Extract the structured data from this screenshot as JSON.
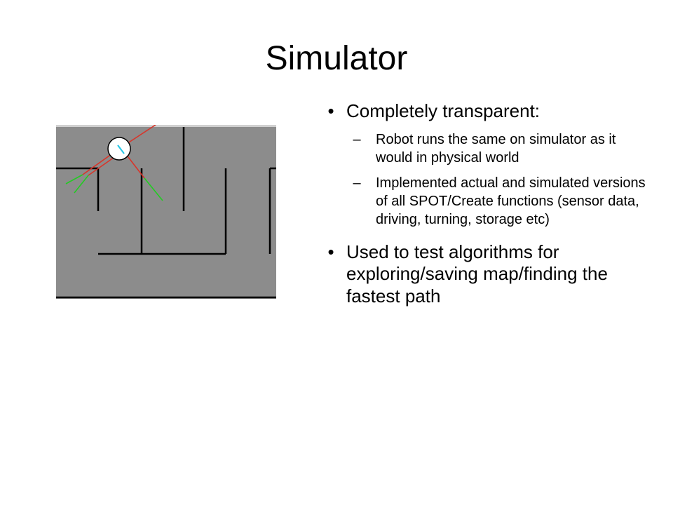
{
  "slide": {
    "title": "Simulator",
    "bullets": [
      {
        "marker": "•",
        "text": "Completely transparent:",
        "subitems": [
          {
            "marker": "–",
            "text": "Robot runs the same on simulator as it would in physical world"
          },
          {
            "marker": "–",
            "text": "Implemented actual and simulated versions of all SPOT/Create functions (sensor data, driving, turning, storage etc)"
          }
        ]
      },
      {
        "marker": "•",
        "text": "Used to test algorithms for exploring/saving map/finding the fastest path"
      }
    ]
  },
  "simulator": {
    "background_color": "#8c8c8c",
    "wall_color": "#000000",
    "robot_fill": "#ffffff",
    "sensor_ray_color": "#d8352a",
    "sensor_beam_color": "#22cc22",
    "heading_color": "#22c6e6"
  }
}
